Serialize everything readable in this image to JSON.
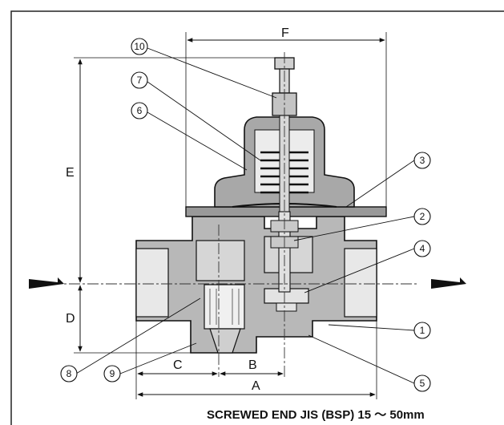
{
  "dimensions": {
    "A": "A",
    "B": "B",
    "C": "C",
    "D": "D",
    "E": "E",
    "F": "F"
  },
  "callouts": [
    "1",
    "2",
    "3",
    "4",
    "5",
    "6",
    "7",
    "8",
    "9",
    "10"
  ],
  "caption": "SCREWED END JIS (BSP) 15 ～ 50mm"
}
